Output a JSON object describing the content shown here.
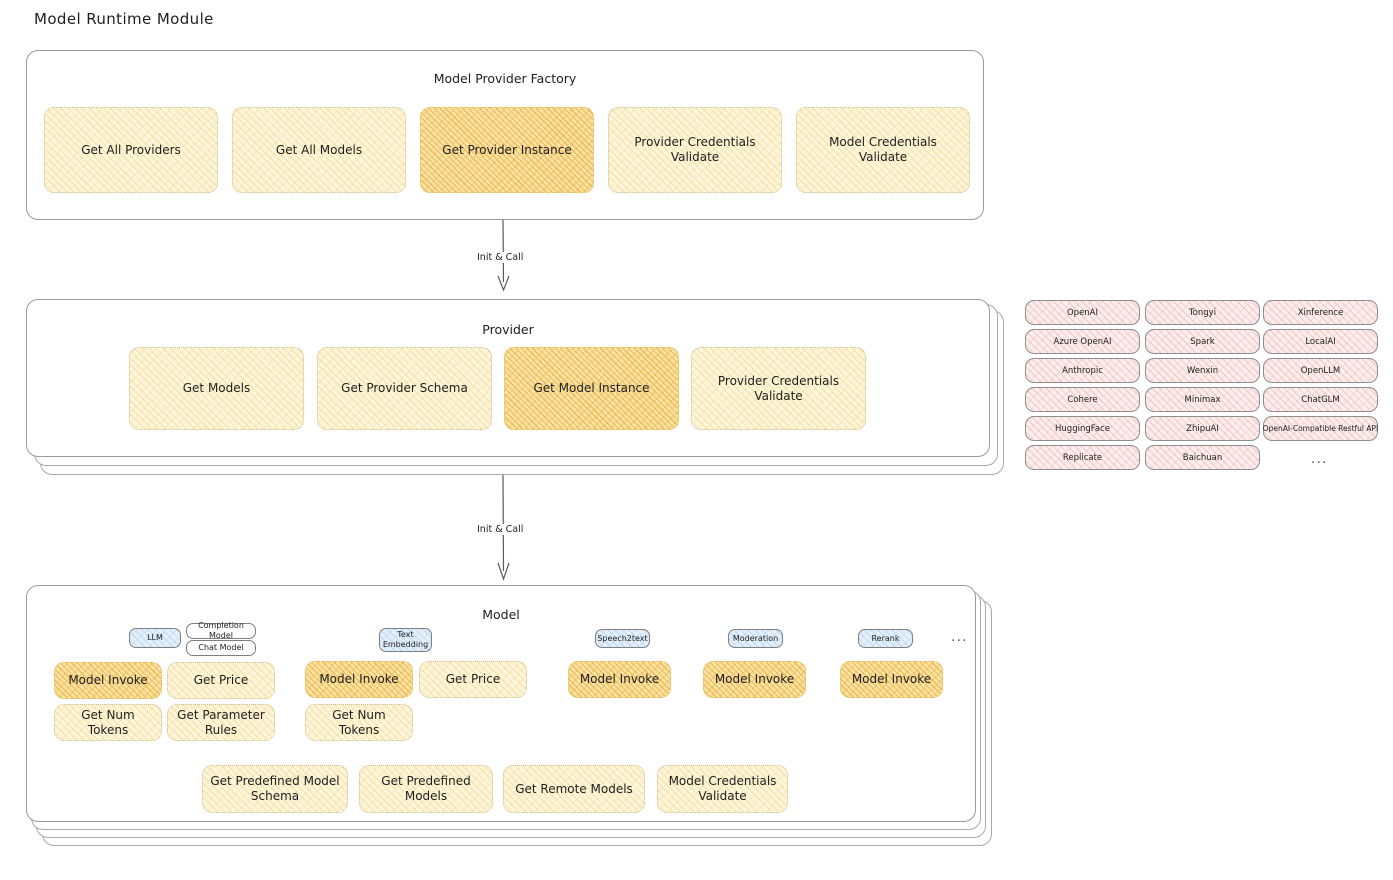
{
  "title": "Model Runtime Module",
  "factory": {
    "title": "Model Provider Factory",
    "nodes": [
      {
        "label": "Get All Providers",
        "highlight": false
      },
      {
        "label": "Get All Models",
        "highlight": false
      },
      {
        "label": "Get Provider Instance",
        "highlight": true
      },
      {
        "label": "Provider Credentials Validate",
        "highlight": false
      },
      {
        "label": "Model Credentials Validate",
        "highlight": false
      }
    ]
  },
  "arrows": [
    {
      "label": "Init & Call"
    },
    {
      "label": "Init & Call"
    }
  ],
  "provider": {
    "title": "Provider",
    "nodes": [
      {
        "label": "Get Models",
        "highlight": false
      },
      {
        "label": "Get Provider Schema",
        "highlight": false
      },
      {
        "label": "Get Model Instance",
        "highlight": true
      },
      {
        "label": "Provider Credentials Validate",
        "highlight": false
      }
    ]
  },
  "provider_list": {
    "columns": [
      [
        "OpenAI",
        "Azure OpenAI",
        "Anthropic",
        "Cohere",
        "HuggingFace",
        "Replicate"
      ],
      [
        "Tongyi",
        "Spark",
        "Wenxin",
        "Minimax",
        "ZhipuAI",
        "Baichuan"
      ],
      [
        "Xinference",
        "LocalAI",
        "OpenLLM",
        "ChatGLM",
        "OpenAI-Compatible Restful API"
      ]
    ],
    "more": "..."
  },
  "model": {
    "title": "Model",
    "more": "...",
    "types": [
      {
        "name": "LLM",
        "subtags": [
          "Completion Model",
          "Chat Model"
        ]
      },
      {
        "name": "Text\nEmbedding",
        "subtags": []
      },
      {
        "name": "Speech2text",
        "subtags": []
      },
      {
        "name": "Moderation",
        "subtags": []
      },
      {
        "name": "Rerank",
        "subtags": []
      }
    ],
    "llm_nodes": [
      {
        "label": "Model Invoke",
        "highlight": true
      },
      {
        "label": "Get Price",
        "highlight": false
      },
      {
        "label": "Get Num Tokens",
        "highlight": false
      },
      {
        "label": "Get Parameter Rules",
        "highlight": false
      }
    ],
    "embedding_nodes": [
      {
        "label": "Model Invoke",
        "highlight": true
      },
      {
        "label": "Get Price",
        "highlight": false
      },
      {
        "label": "Get Num Tokens",
        "highlight": false
      }
    ],
    "speech_nodes": [
      {
        "label": "Model Invoke",
        "highlight": true
      }
    ],
    "moderation_nodes": [
      {
        "label": "Model Invoke",
        "highlight": true
      }
    ],
    "rerank_nodes": [
      {
        "label": "Model Invoke",
        "highlight": true
      }
    ],
    "common_nodes": [
      {
        "label": "Get Predefined Model Schema",
        "highlight": false
      },
      {
        "label": "Get Predefined Models",
        "highlight": false
      },
      {
        "label": "Get Remote Models",
        "highlight": false
      },
      {
        "label": "Model Credentials Validate",
        "highlight": false
      }
    ]
  },
  "colors": {
    "node_fill": "#fdf6dd",
    "node_fill_strong": "#fbe3a8",
    "chip_fill": "#fdeeee",
    "tag_blue": "#e3effa",
    "stroke": "#9b9b9b"
  }
}
